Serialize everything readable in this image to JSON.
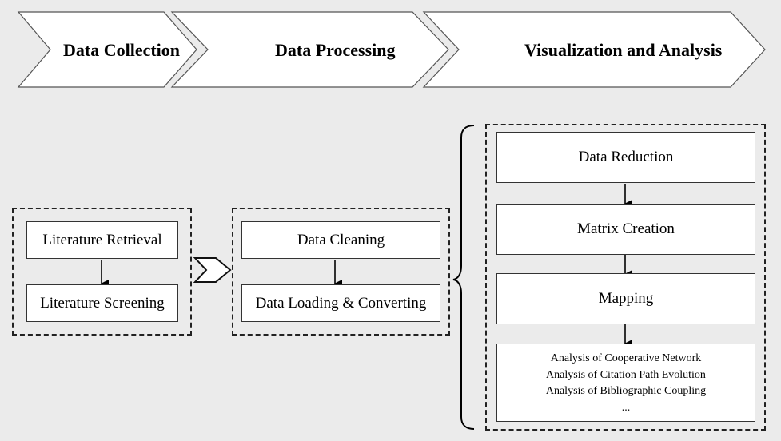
{
  "stages": [
    {
      "label": "Data Collection"
    },
    {
      "label": "Data Processing"
    },
    {
      "label": "Visualization and Analysis"
    }
  ],
  "collection": {
    "steps": [
      "Literature Retrieval",
      "Literature Screening"
    ]
  },
  "processing": {
    "steps": [
      "Data Cleaning",
      "Data Loading & Converting"
    ]
  },
  "visualization": {
    "steps": [
      "Data Reduction",
      "Matrix Creation",
      "Mapping"
    ],
    "analysis_lines": [
      "Analysis of Cooperative Network",
      "Analysis of Citation Path Evolution",
      "Analysis of Bibliographic Coupling",
      "..."
    ]
  }
}
